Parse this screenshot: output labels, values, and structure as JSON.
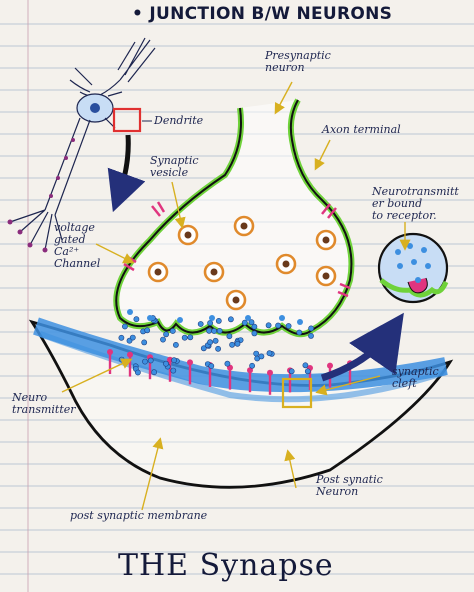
{
  "heading": "• JUNCTION B/W NEURONS",
  "title": "THE Synapse",
  "labels": {
    "presynaptic_neuron": "Presynaptic\nneuron",
    "dendrite": "Dendrite",
    "axon_terminal": "Axon terminal",
    "synaptic_vesicle": "Synaptic\nvesicle",
    "nt_bound": "Neurotransmitt\ner bound\nto receptor.",
    "ca_channel": "voltage\ngated\nCa²⁺\nChannel",
    "neurotransmitter": "Neuro\ntransmitter",
    "synaptic_cleft": "synaptic\ncleft",
    "post_neuron": "Post synatic\nNeuron",
    "post_membrane": "post synaptic membrane"
  },
  "colors": {
    "outline": "#111111",
    "membrane_green": "#6fd23a",
    "vesicle_orange": "#e08a2c",
    "cleft_blue": "#3d8fe0",
    "receptor_pink": "#e0357f",
    "arrow_yellow": "#d8b020",
    "arrow_navy": "#24307a",
    "ink": "#1e2650"
  }
}
